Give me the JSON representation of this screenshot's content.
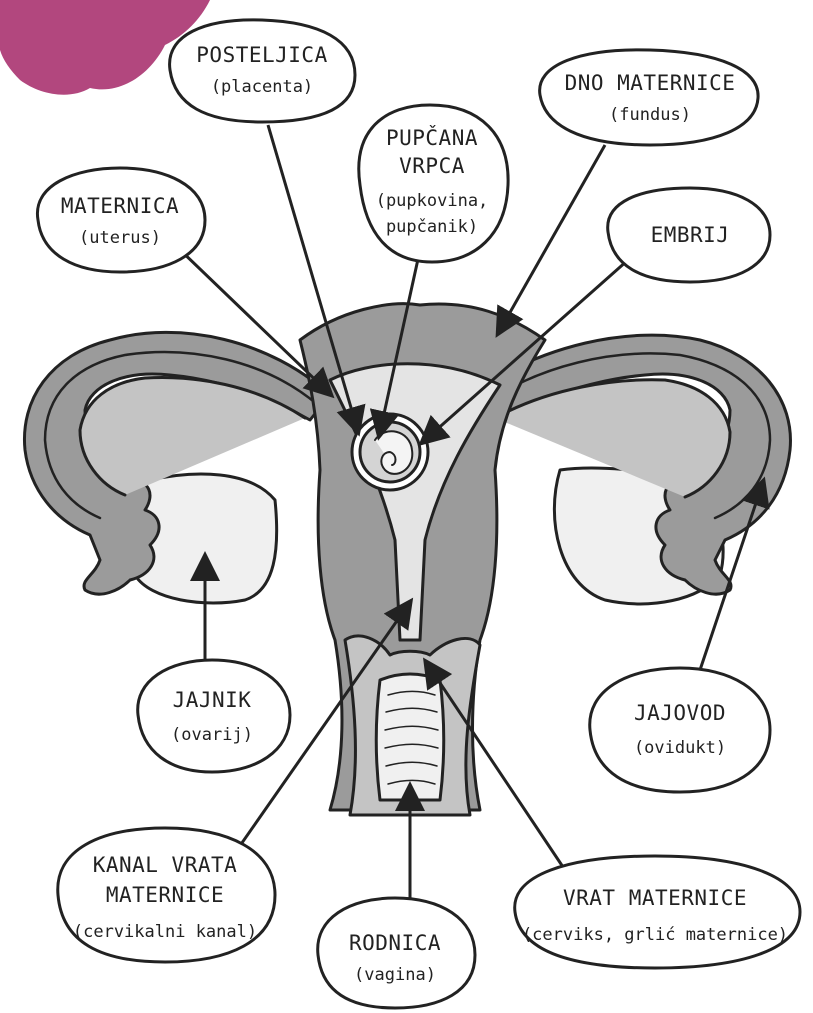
{
  "labels": {
    "posteljica": {
      "main": [
        "POSTELJICA"
      ],
      "sub": [
        "(placenta)"
      ]
    },
    "dno_maternice": {
      "main": [
        "DNO MATERNICE"
      ],
      "sub": [
        "(fundus)"
      ]
    },
    "pupcana_vrpca": {
      "main": [
        "PUPČANA",
        "VRPCA"
      ],
      "sub": [
        "(pupkovina,",
        "pupčanik)"
      ]
    },
    "maternica": {
      "main": [
        "MATERNICA"
      ],
      "sub": [
        "(uterus)"
      ]
    },
    "embrij": {
      "main": [
        "EMBRIJ"
      ],
      "sub": []
    },
    "jajnik": {
      "main": [
        "JAJNIK"
      ],
      "sub": [
        "(ovarij)"
      ]
    },
    "jajovod": {
      "main": [
        "JAJOVOD"
      ],
      "sub": [
        "(ovidukt)"
      ]
    },
    "kanal_vrata_maternice": {
      "main": [
        "KANAL VRATA",
        "MATERNICE"
      ],
      "sub": [
        "(cervikalni kanal)"
      ]
    },
    "rodnica": {
      "main": [
        "RODNICA"
      ],
      "sub": [
        "(vagina)"
      ]
    },
    "vrat_maternice": {
      "main": [
        "VRAT MATERNICE"
      ],
      "sub": [
        "(cerviks, grlić maternice)"
      ]
    }
  },
  "colors": {
    "accent": "#b2477e",
    "outline": "#222222",
    "organ_dark": "#9b9b9b",
    "organ_mid": "#c4c4c4",
    "organ_light": "#e4e4e4",
    "background": "#ffffff"
  }
}
